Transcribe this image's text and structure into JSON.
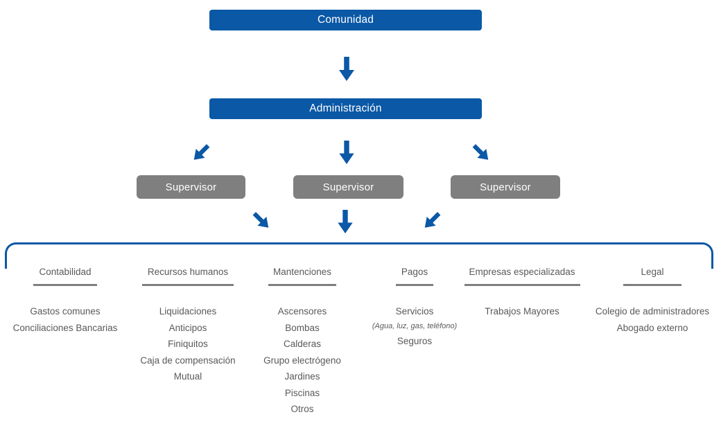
{
  "colors": {
    "primary_blue": "#0A58A6",
    "node_gray": "#7F7F7F",
    "text_gray": "#595959",
    "underline_gray": "#7F7F7F",
    "node_text": "#FFFFFF"
  },
  "nodes": {
    "root": "Comunidad",
    "admin": "Administración",
    "supervisors": [
      "Supervisor",
      "Supervisor",
      "Supervisor"
    ]
  },
  "departments": [
    {
      "title": "Contabilidad",
      "items": [
        "Gastos comunes",
        "Conciliaciones Bancarias"
      ]
    },
    {
      "title": "Recursos humanos",
      "items": [
        "Liquidaciones",
        "Anticipos",
        "Finiquitos",
        "Caja de compensación",
        "Mutual"
      ]
    },
    {
      "title": "Mantenciones",
      "items": [
        "Ascensores",
        "Bombas",
        "Calderas",
        "Grupo electrógeno",
        "Jardines",
        "Piscinas",
        "Otros"
      ]
    },
    {
      "title": "Pagos",
      "items": [
        "Servicios",
        "(Agua, luz, gas, teléfono)",
        "Seguros"
      ]
    },
    {
      "title": "Empresas especializadas",
      "items": [
        "Trabajos Mayores"
      ]
    },
    {
      "title": "Legal",
      "items": [
        "Colegio de administradores",
        "Abogado externo"
      ]
    }
  ]
}
